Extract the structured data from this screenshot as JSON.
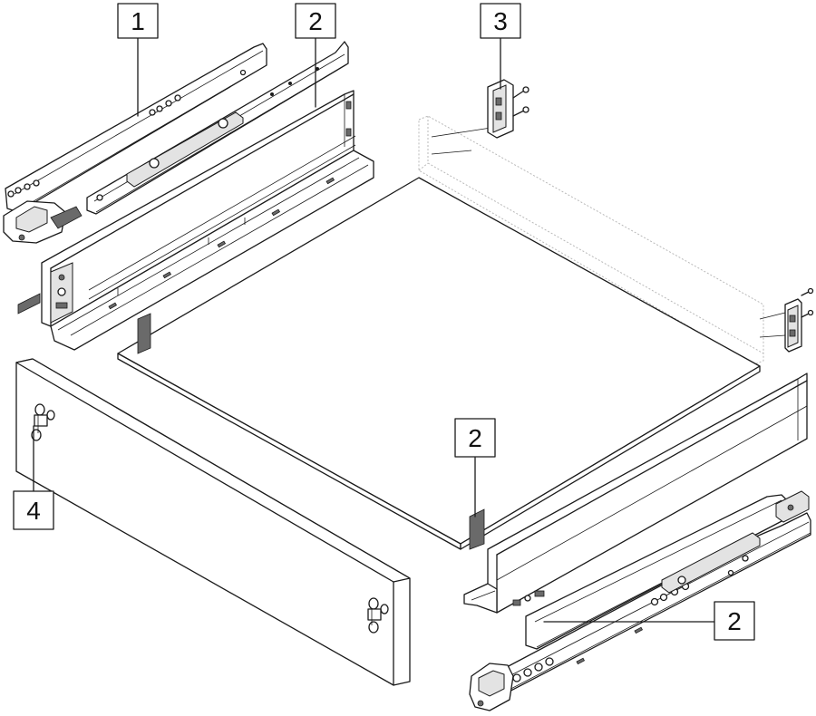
{
  "callouts": [
    {
      "id": "slide-runner-left",
      "label": "1"
    },
    {
      "id": "drawer-side-left",
      "label": "2"
    },
    {
      "id": "back-bracket",
      "label": "3"
    },
    {
      "id": "front-fixing",
      "label": "4"
    },
    {
      "id": "bottom-panel-tab",
      "label": "2"
    },
    {
      "id": "drawer-side-right-tab",
      "label": "2"
    }
  ]
}
